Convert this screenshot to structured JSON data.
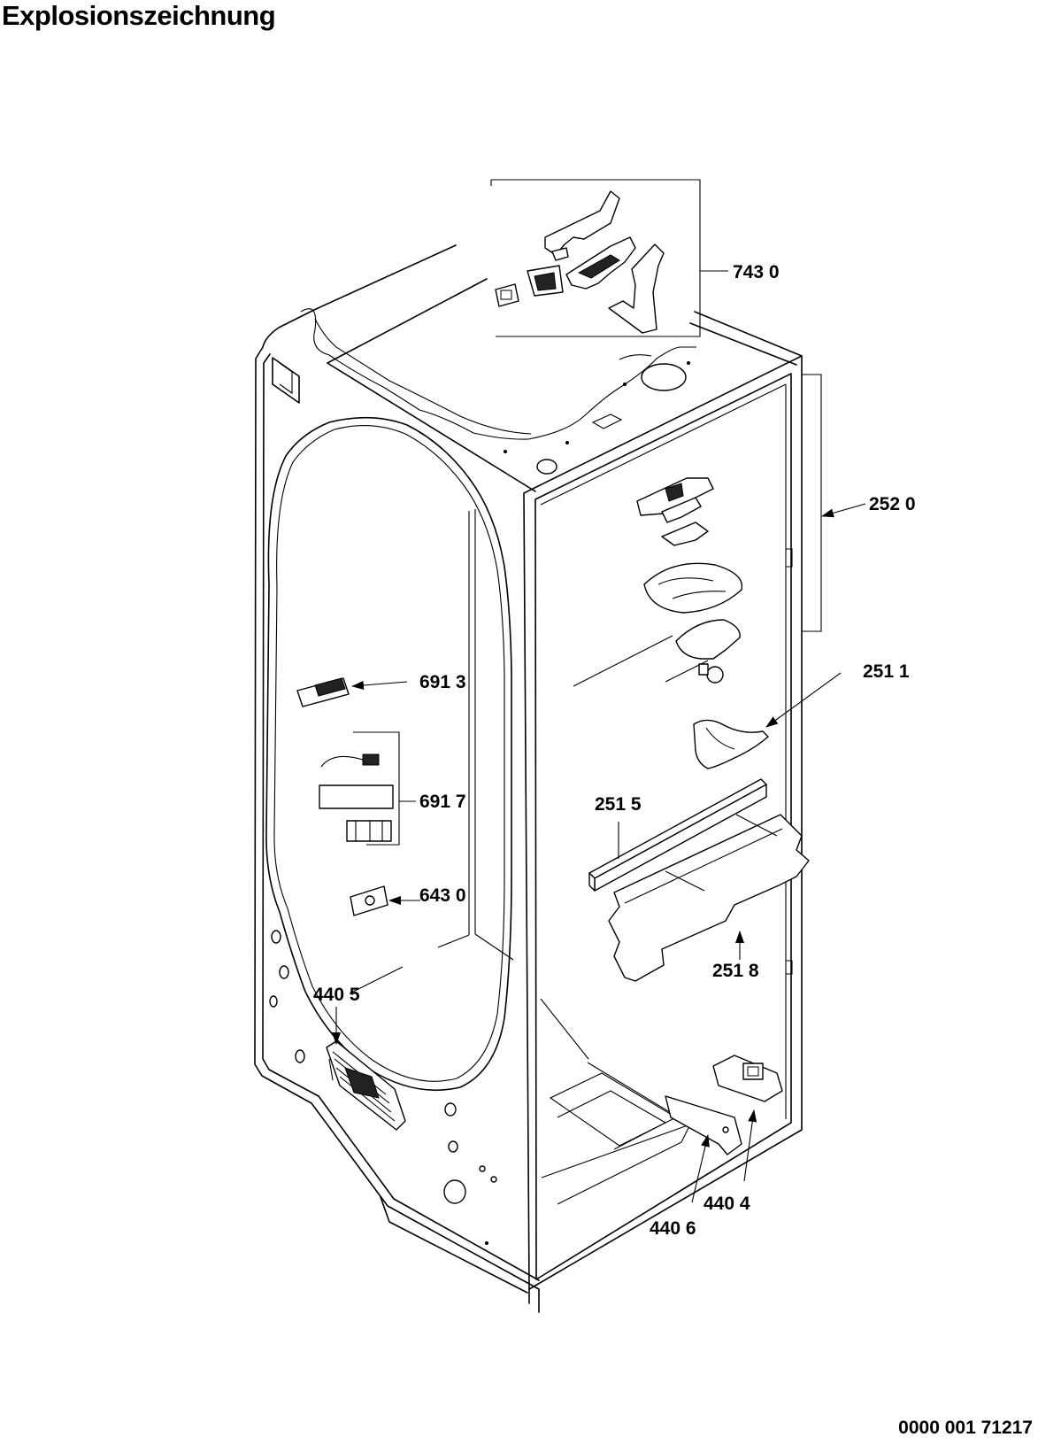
{
  "title": "Explosionszeichnung",
  "document_number": "0000 001 71217",
  "callouts": [
    {
      "id": "7430",
      "label": "743 0"
    },
    {
      "id": "2520",
      "label": "252 0"
    },
    {
      "id": "2511",
      "label": "251 1"
    },
    {
      "id": "6913",
      "label": "691 3"
    },
    {
      "id": "6917",
      "label": "691 7"
    },
    {
      "id": "2515",
      "label": "251 5"
    },
    {
      "id": "6430",
      "label": "643 0"
    },
    {
      "id": "2518",
      "label": "251 8"
    },
    {
      "id": "4405",
      "label": "440 5"
    },
    {
      "id": "4404",
      "label": "440 4"
    },
    {
      "id": "4406",
      "label": "440 6"
    }
  ]
}
